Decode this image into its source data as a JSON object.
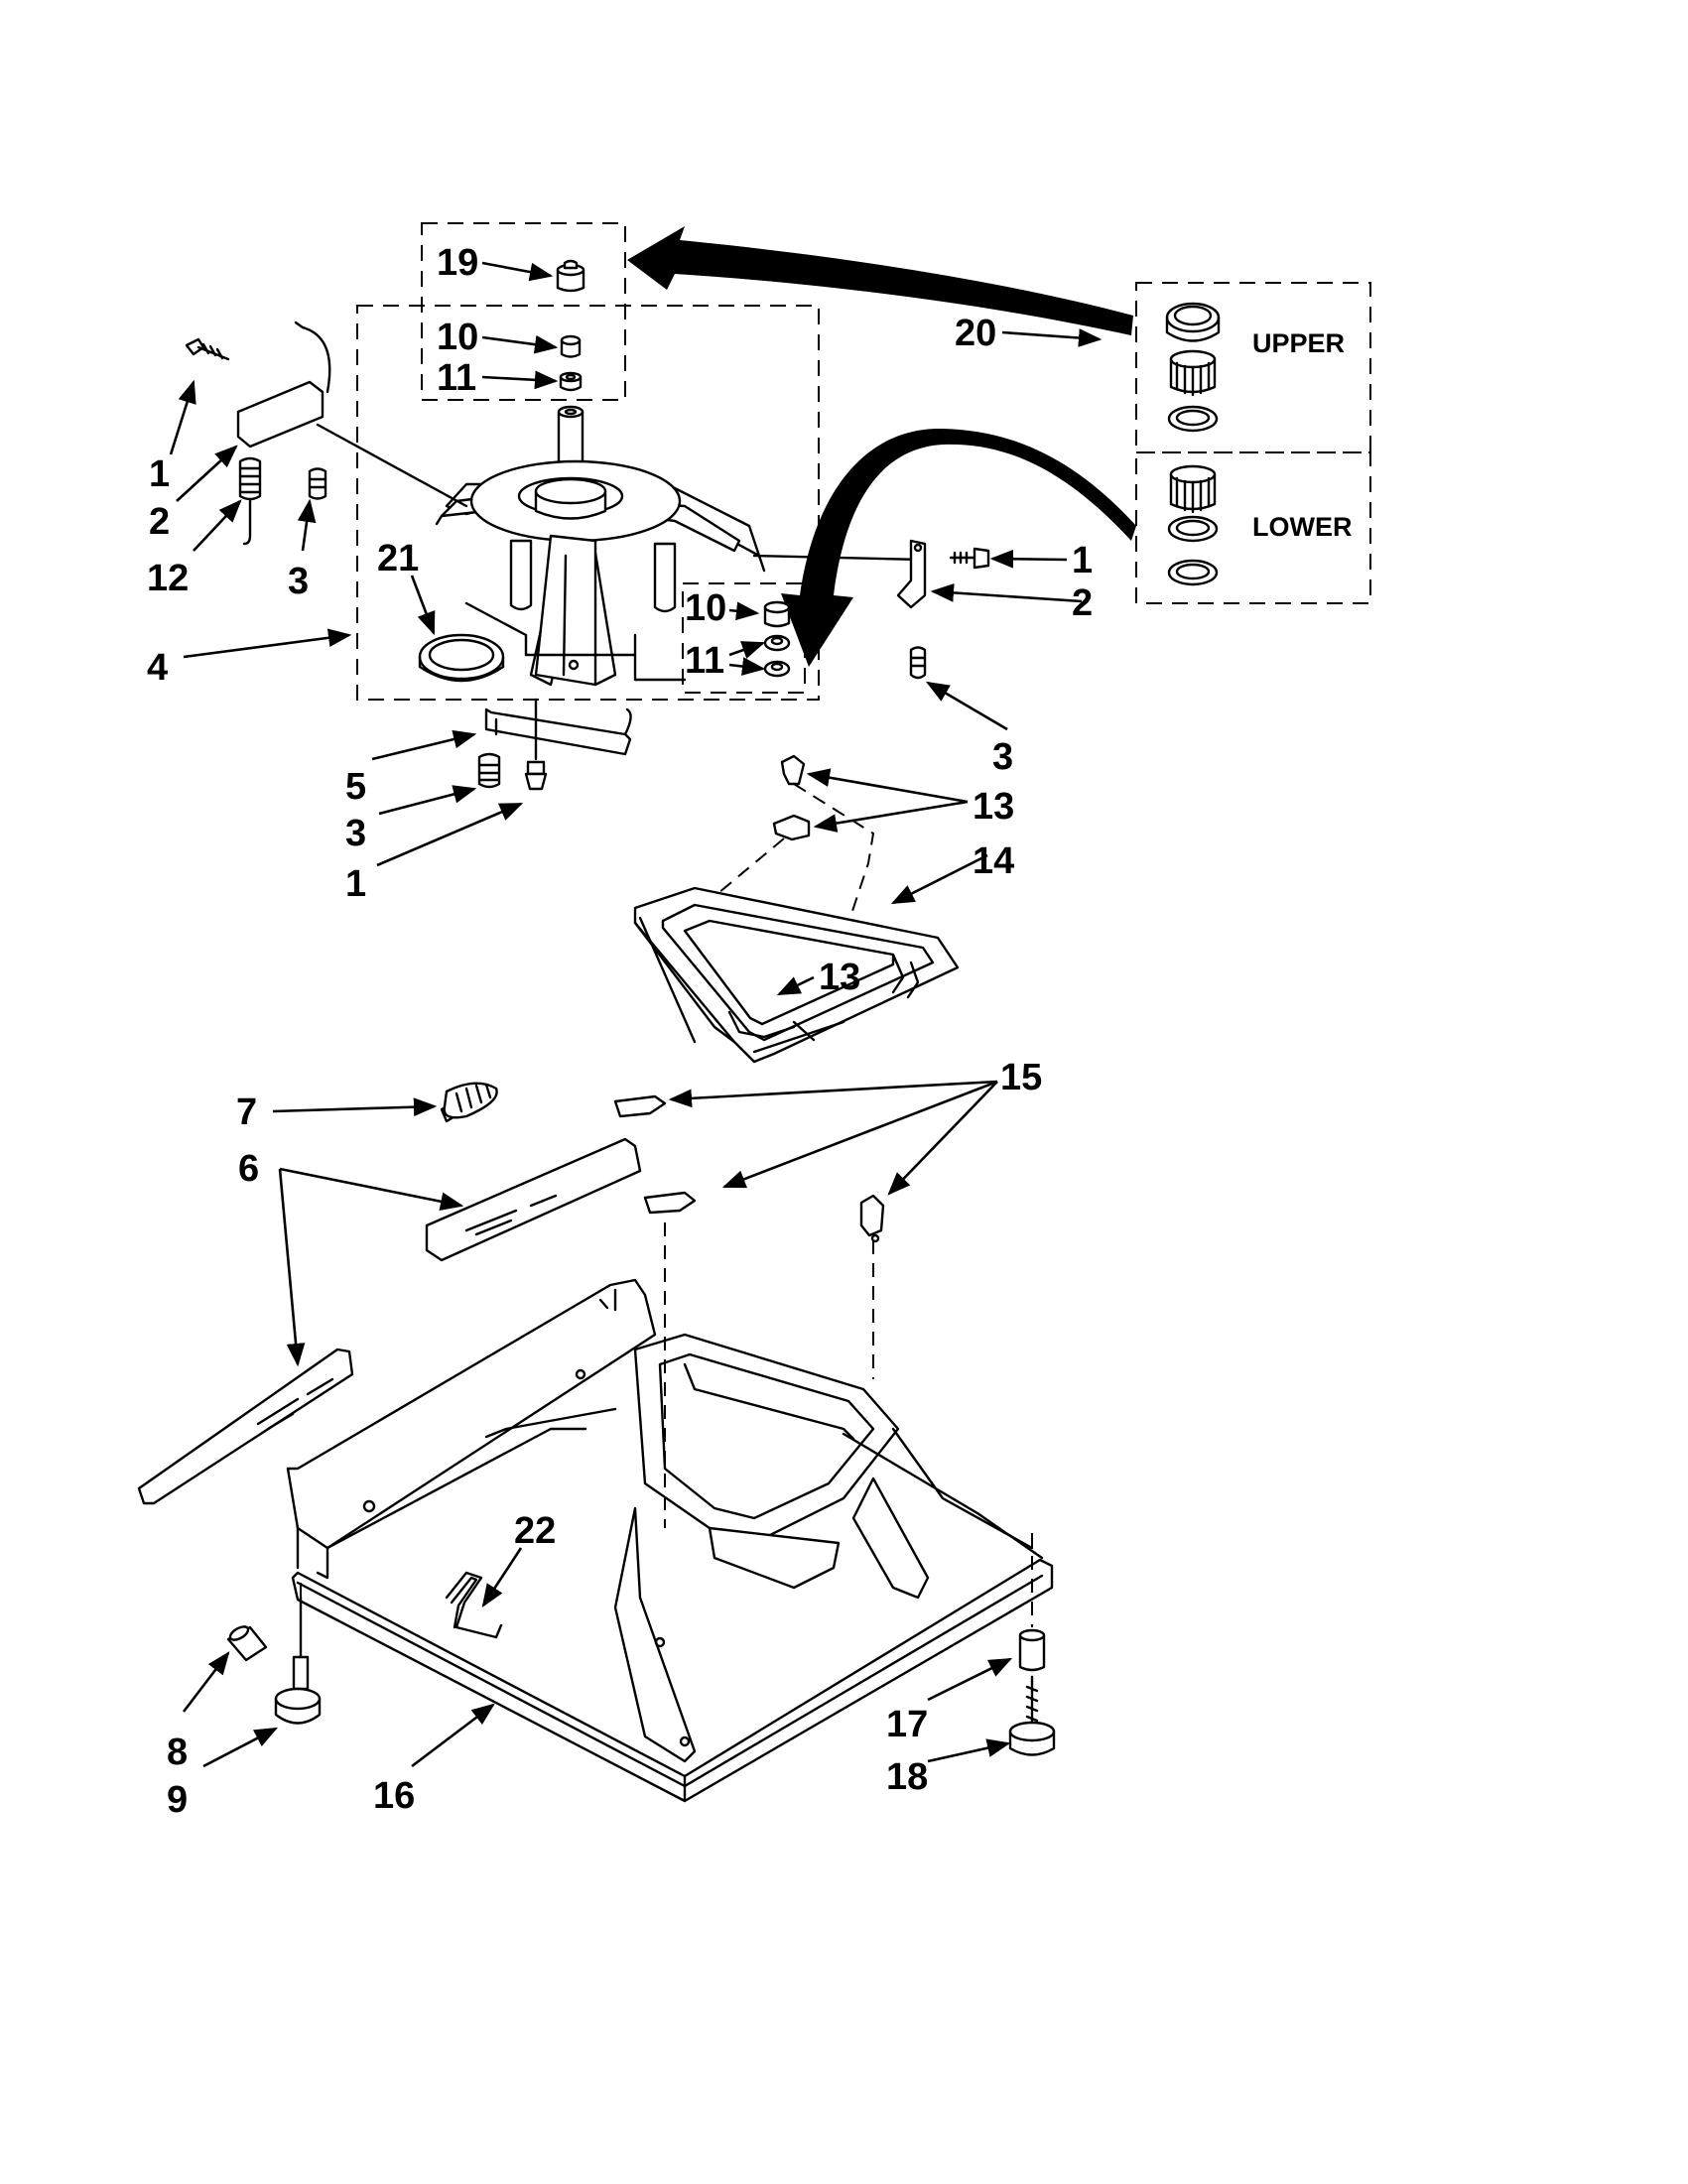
{
  "callouts": {
    "c19": "19",
    "c10_top": "10",
    "c11_top": "11",
    "c1_left": "1",
    "c2_left": "2",
    "c12": "12",
    "c3_left": "3",
    "c21": "21",
    "c4": "4",
    "c10_right": "10",
    "c11_right": "11",
    "c1_right": "1",
    "c2_right": "2",
    "c3_right": "3",
    "c5": "5",
    "c3_bottom": "3",
    "c1_bottom": "1",
    "c13_top": "13",
    "c14": "14",
    "c13_mid": "13",
    "c20": "20",
    "c7": "7",
    "c6": "6",
    "c15": "15",
    "c22": "22",
    "c8": "8",
    "c9": "9",
    "c16": "16",
    "c17": "17",
    "c18": "18"
  },
  "kit_labels": {
    "upper": "UPPER",
    "lower": "LOWER"
  }
}
